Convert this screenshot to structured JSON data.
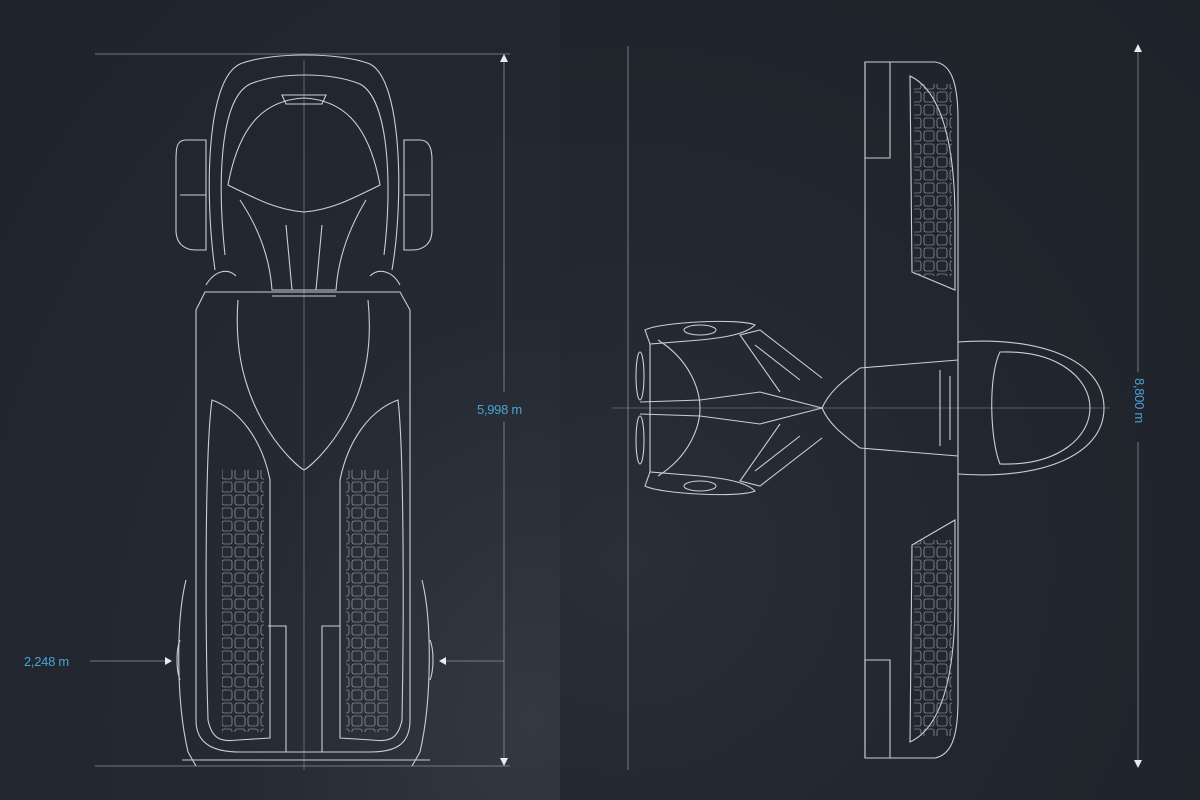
{
  "views": {
    "top_view": {
      "length_label": "5,998 m",
      "width_label": "2,248 m"
    },
    "plan_view": {
      "span_label": "8,800 m"
    }
  },
  "colors": {
    "background": "#20242c",
    "line": "#c9ced8",
    "dimension_line": "#8a909a",
    "label": "#49a3d6"
  }
}
